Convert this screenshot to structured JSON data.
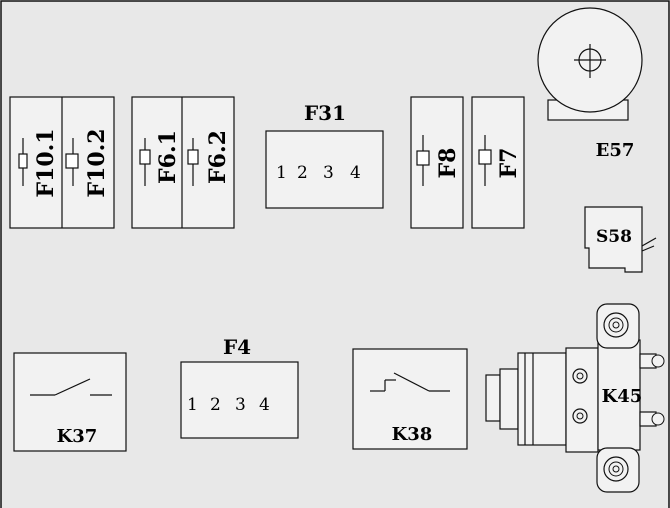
{
  "colors": {
    "background": "#e8e8e8",
    "component_fill": "#f2f2f2",
    "stroke": "#111111"
  },
  "fuses": {
    "f10_1": "F10.1",
    "f10_2": "F10.2",
    "f6_1": "F6.1",
    "f6_2": "F6.2",
    "f8": "F8",
    "f7": "F7"
  },
  "connectors": {
    "f31": {
      "label": "F31",
      "pins": [
        "1",
        "2",
        "3",
        "4"
      ]
    },
    "f4": {
      "label": "F4",
      "pins": [
        "1",
        "2",
        "3",
        "4"
      ]
    }
  },
  "components": {
    "e57": "E57",
    "s58": "S58",
    "k37": "K37",
    "k38": "K38",
    "k45": "K45"
  }
}
